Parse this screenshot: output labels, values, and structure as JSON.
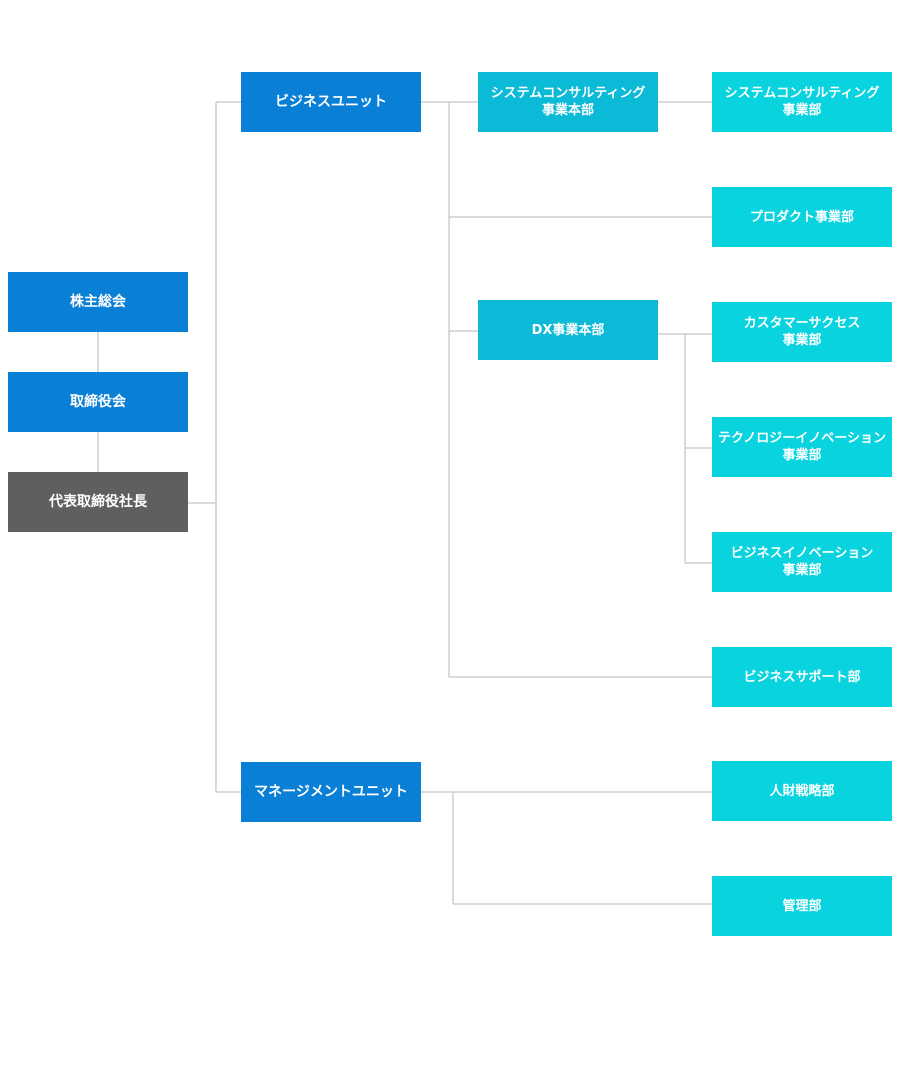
{
  "nodes": {
    "shareholders": "株主総会",
    "board": "取締役会",
    "ceo": "代表取締役社長",
    "business_unit": "ビジネスユニット",
    "management_unit": "マネージメントユニット",
    "system_consulting_hq": "システムコンサルティング\n事業本部",
    "dx_hq": "DX事業本部",
    "system_consulting_div": "システムコンサルティング\n事業部",
    "product_div": "プロダクト事業部",
    "customer_success_div": "カスタマーサクセス\n事業部",
    "technology_innovation_div": "テクノロジーイノベーション\n事業部",
    "business_innovation_div": "ビジネスイノベーション\n事業部",
    "business_support_div": "ビジネスサポート部",
    "hr_strategy_div": "人財戦略部",
    "admin_div": "管理部"
  },
  "colors": {
    "top_blue": "#0a7fd6",
    "ceo_gray": "#5f5f5f",
    "hq_teal": "#0bbad6",
    "division_teal": "#08d3df",
    "connector": "#cfcfcf"
  }
}
